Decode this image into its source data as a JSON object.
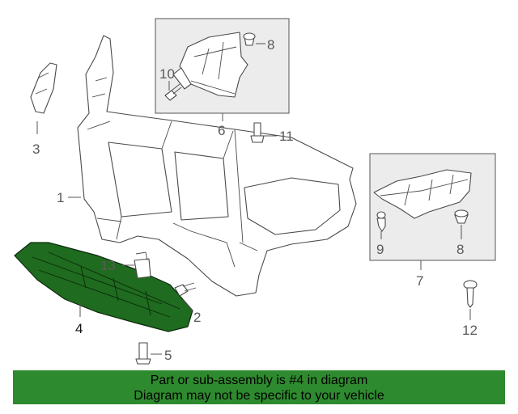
{
  "diagram": {
    "callouts": {
      "c1": "1",
      "c2": "2",
      "c3": "3",
      "c4": "4",
      "c5": "5",
      "c6": "6",
      "c7": "7",
      "c8a": "8",
      "c8b": "8",
      "c9": "9",
      "c10": "10",
      "c11": "11",
      "c12": "12",
      "c13": "13"
    },
    "highlight_color": "#1f6b1f",
    "detail_box_color": "#ececec"
  },
  "banner": {
    "line1": "Part or sub-assembly is #4 in diagram",
    "line2": "Diagram may not be specific to your vehicle",
    "color": "#2e8a2e"
  }
}
